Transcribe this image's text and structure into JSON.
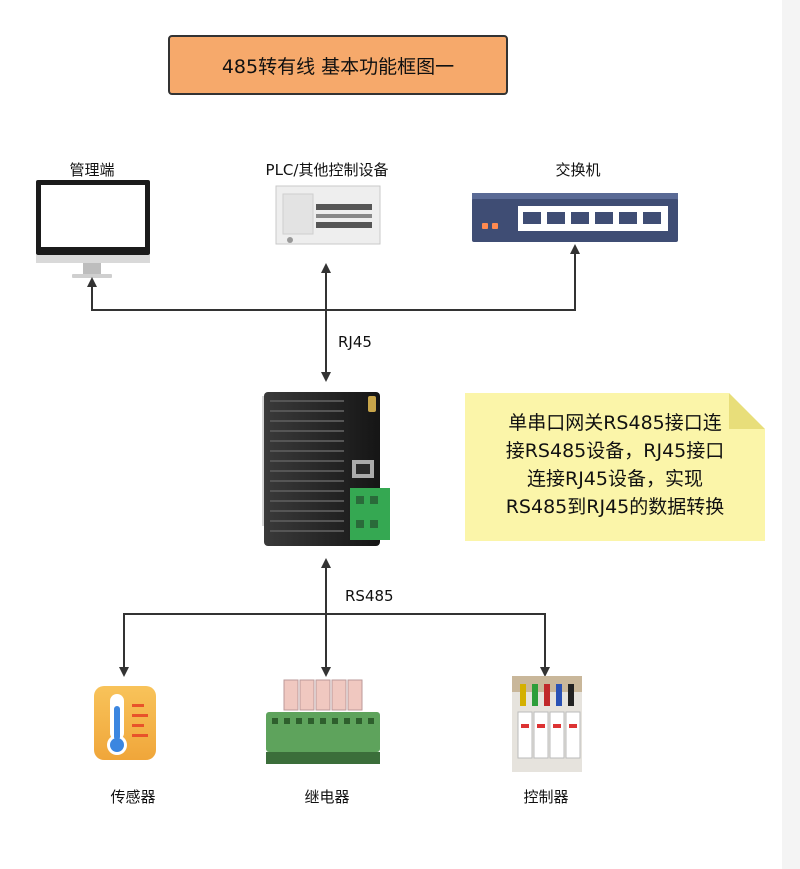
{
  "title": "485转有线 基本功能框图一",
  "top_devices": {
    "management": "管理端",
    "plc": "PLC/其他控制设备",
    "switch": "交换机"
  },
  "links": {
    "rj45": "RJ45",
    "rs485": "RS485"
  },
  "note_lines": [
    "单串口网关RS485接口连",
    "接RS485设备，RJ45接口",
    "连接RJ45设备，实现",
    "RS485到RJ45的数据转换"
  ],
  "bottom_devices": {
    "sensor": "传感器",
    "relay": "继电器",
    "controller": "控制器"
  }
}
